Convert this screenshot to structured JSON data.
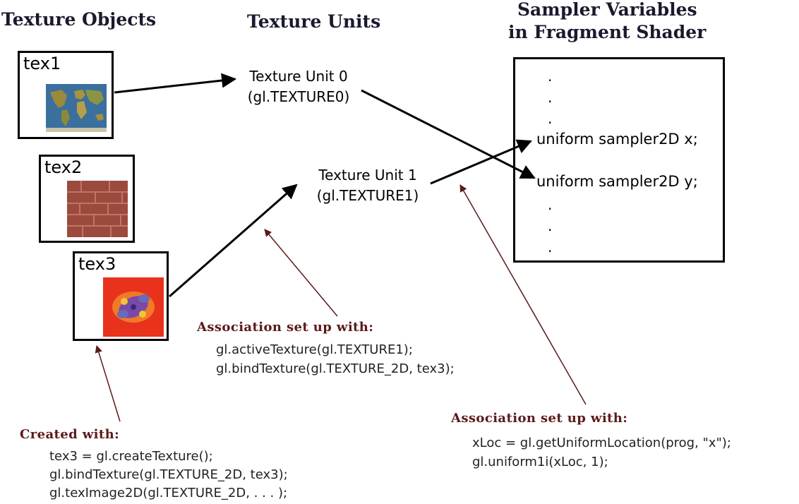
{
  "headings": {
    "texture_objects": "Texture Objects",
    "texture_units": "Texture Units",
    "sampler_line1": "Sampler Variables",
    "sampler_line2": "in Fragment Shader"
  },
  "textures": [
    {
      "label": "tex1",
      "icon": "world-map-thumbnail"
    },
    {
      "label": "tex2",
      "icon": "brick-wall-thumbnail"
    },
    {
      "label": "tex3",
      "icon": "fractal-thumbnail"
    }
  ],
  "units": [
    {
      "line1": "Texture Unit 0",
      "line2": "(gl.TEXTURE0)"
    },
    {
      "line1": "Texture Unit 1",
      "line2": "(gl.TEXTURE1)"
    }
  ],
  "shader": {
    "dot": ".",
    "uniform_x": "uniform sampler2D x;",
    "uniform_y": "uniform sampler2D y;"
  },
  "notes": {
    "assoc_unit": {
      "title": "Association set up with:",
      "lines": [
        "gl.activeTexture(gl.TEXTURE1);",
        "gl.bindTexture(gl.TEXTURE_2D, tex3);"
      ]
    },
    "assoc_uniform": {
      "title": "Association set up with:",
      "lines": [
        "xLoc = gl.getUniformLocation(prog, \"x\");",
        "gl.uniform1i(xLoc, 1);"
      ]
    },
    "created": {
      "title": "Created with:",
      "lines": [
        "tex3 = gl.createTexture();",
        "gl.bindTexture(gl.TEXTURE_2D, tex3);",
        "gl.texImage2D(gl.TEXTURE_2D, . . . );"
      ]
    }
  },
  "colors": {
    "arrow": "#000000",
    "annotation_arrow": "#5c1a1a",
    "annotation_title": "#5c1a1a"
  }
}
